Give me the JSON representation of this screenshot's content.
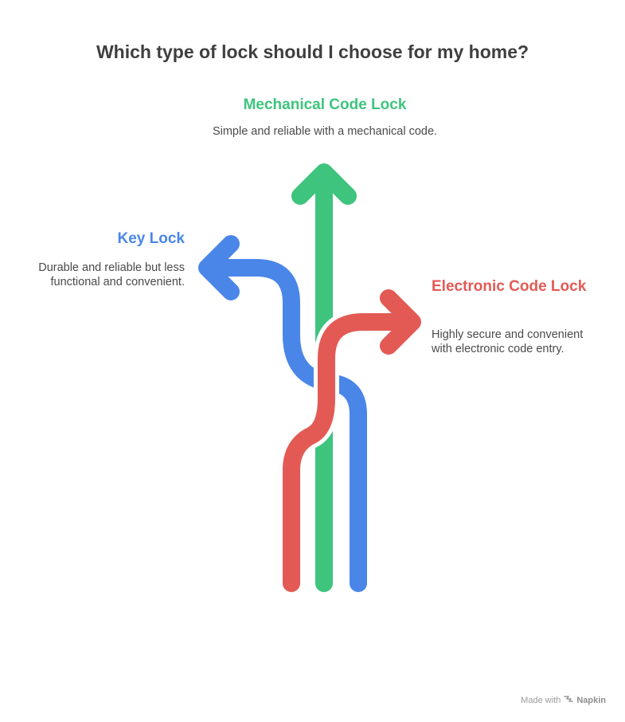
{
  "title": "Which type of lock should I choose for my home?",
  "colors": {
    "mechanical": "#3ec47d",
    "key": "#4a86e8",
    "electronic": "#e35a55"
  },
  "branches": {
    "mechanical": {
      "heading": "Mechanical Code Lock",
      "description": "Simple and reliable with a mechanical code."
    },
    "key": {
      "heading": "Key Lock",
      "description": "Durable and reliable but less functional and convenient."
    },
    "electronic": {
      "heading": "Electronic Code Lock",
      "description": "Highly secure and convenient with electronic code entry."
    }
  },
  "footer": {
    "made_with": "Made with",
    "brand": "Napkin",
    "icon": "napkin-logo-icon"
  }
}
